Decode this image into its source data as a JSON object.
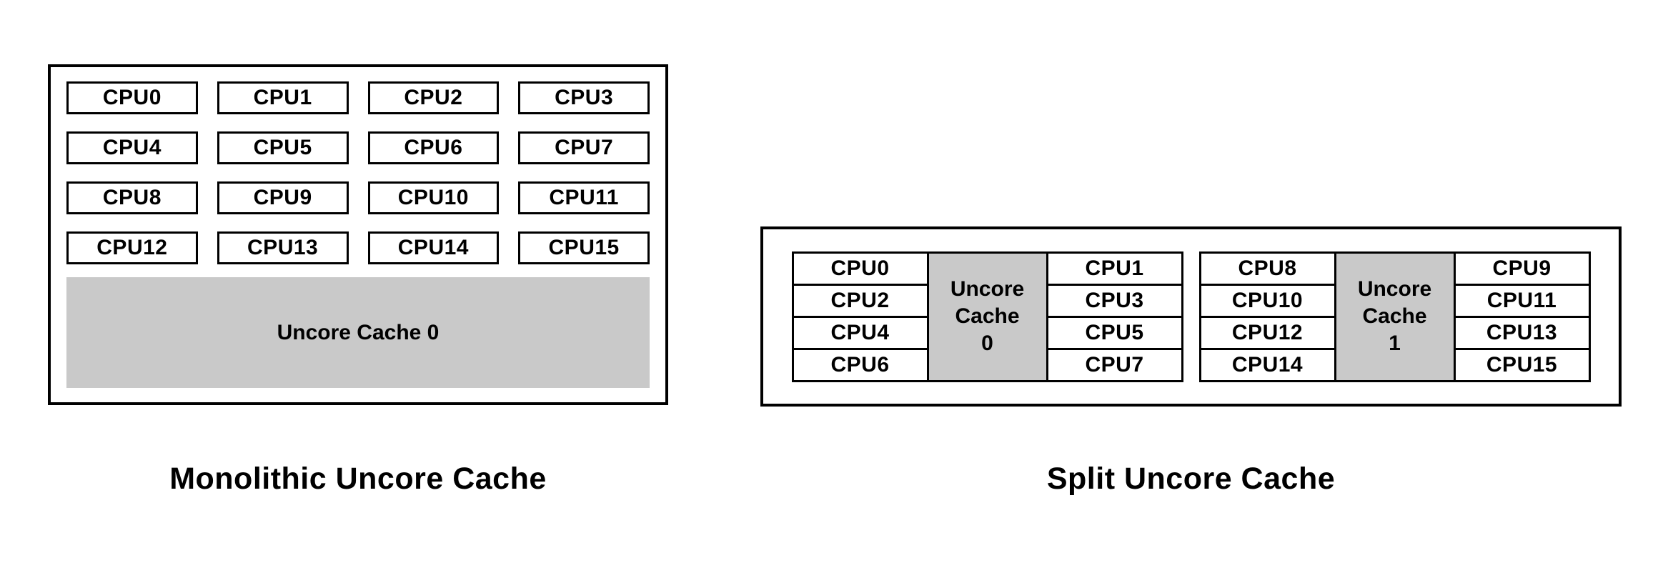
{
  "monolithic": {
    "caption": "Monolithic Uncore Cache",
    "cpu_rows": [
      [
        "CPU0",
        "CPU1",
        "CPU2",
        "CPU3"
      ],
      [
        "CPU4",
        "CPU5",
        "CPU6",
        "CPU7"
      ],
      [
        "CPU8",
        "CPU9",
        "CPU10",
        "CPU11"
      ],
      [
        "CPU12",
        "CPU13",
        "CPU14",
        "CPU15"
      ]
    ],
    "cache_label": "Uncore Cache 0"
  },
  "split": {
    "caption": "Split Uncore Cache",
    "clusters": [
      {
        "left_cpus": [
          "CPU0",
          "CPU2",
          "CPU4",
          "CPU6"
        ],
        "cache_lines": [
          "Uncore",
          "Cache",
          "0"
        ],
        "right_cpus": [
          "CPU1",
          "CPU3",
          "CPU5",
          "CPU7"
        ]
      },
      {
        "left_cpus": [
          "CPU8",
          "CPU10",
          "CPU12",
          "CPU14"
        ],
        "cache_lines": [
          "Uncore",
          "Cache",
          "1"
        ],
        "right_cpus": [
          "CPU9",
          "CPU11",
          "CPU13",
          "CPU15"
        ]
      }
    ]
  },
  "colors": {
    "cache_fill": "#c9c9c9",
    "border": "#000000",
    "background": "#ffffff",
    "text": "#000000"
  }
}
